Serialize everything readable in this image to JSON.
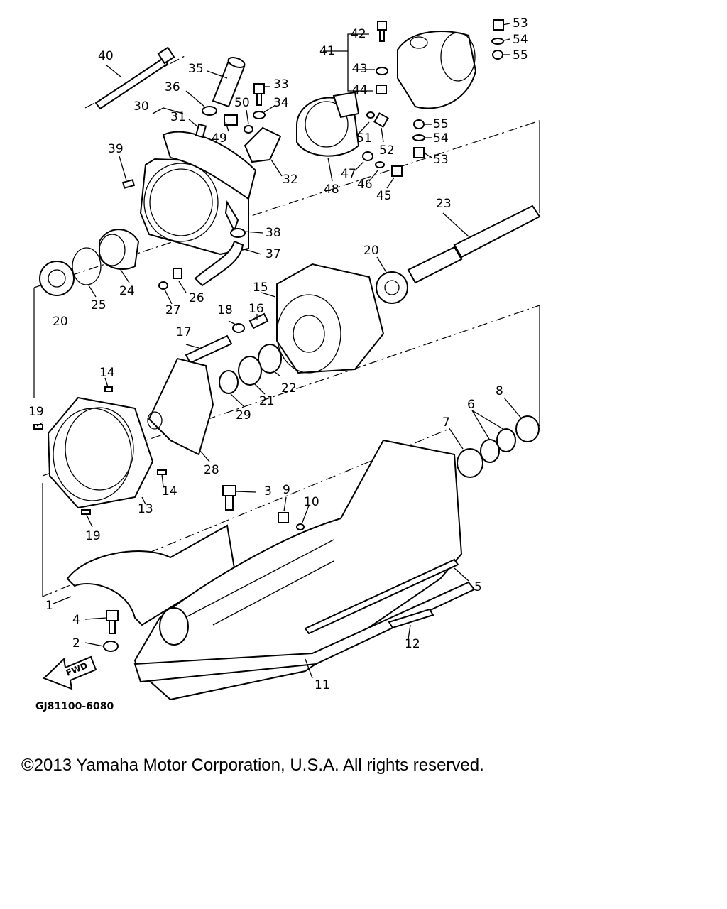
{
  "diagram": {
    "code": "GJ81100-6080",
    "fwd_label": "FWD",
    "callouts": [
      "1",
      "2",
      "3",
      "4",
      "5",
      "6",
      "7",
      "8",
      "9",
      "10",
      "11",
      "12",
      "13",
      "14",
      "14",
      "15",
      "16",
      "17",
      "18",
      "19",
      "19",
      "20",
      "20",
      "21",
      "22",
      "23",
      "24",
      "25",
      "26",
      "27",
      "28",
      "29",
      "30",
      "31",
      "32",
      "33",
      "34",
      "35",
      "36",
      "37",
      "38",
      "39",
      "40",
      "41",
      "42",
      "43",
      "44",
      "45",
      "46",
      "47",
      "48",
      "49",
      "50",
      "51",
      "52",
      "53",
      "53",
      "54",
      "54",
      "55",
      "55"
    ]
  },
  "footer": {
    "copyright": "©2013 Yamaha Motor Corporation, U.S.A. All rights reserved."
  }
}
